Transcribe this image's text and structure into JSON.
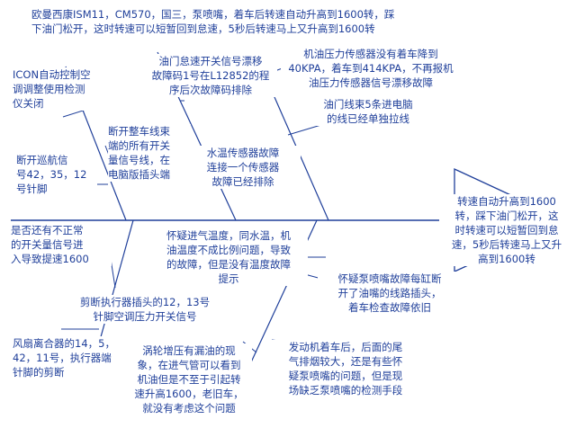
{
  "diagram": {
    "type": "fishbone",
    "colors": {
      "text": "#1f3f9a",
      "line": "#1f3f9a",
      "background": "#ffffff"
    },
    "title": "欧曼西康ISM11，CM570，国三，泵喷嘴，着车后转速自动升高到1600转，踩\n下油门松开，这时转速可以短暂回到怠速，5秒后转速马上又升高到1600转",
    "head": "转速自动升高到1600\n转，踩下油门松开，这\n时转速可以短暂回到怠\n速，5秒后转速马上又升\n高到1600转",
    "causes": [
      "ICON自动控制空\n调调整使用检测\n仪关闭",
      "断开巡航信\n号42，35，12\n号针脚",
      "是否还有不正常\n的开关量信号进\n入导致提速1600",
      "断开整车线束\n端的所有开关\n量信号线，在\n电脑版插头端",
      "油门怠速开关信号漂移\n故障码1号在L12852的程\n序后次故障码排除",
      "机油压力传感器没有着车降到\n40KPA，着车到414KPA，不再报机\n油压力传感器信号漂移故障",
      "油门线束5条进电脑\n的线已经单独拉线",
      "水温传感器故障\n连接一个传感器\n故障已经排除",
      "怀疑进气温度，同水温，机\n油温度不成比例问题，导致\n的故障，但是没有温度故障\n提示",
      "怀疑泵喷嘴故障每缸断\n开了油嘴的线路插头，\n着车检查故障依旧",
      "剪断执行器插头的12，13号\n针脚空调压力开关信号",
      "风扇离合器的14，5，\n42，11号，执行器端\n针脚的剪断",
      "涡轮增压有漏油的现\n象，在进气管可以看到\n机油但是不至于引起转\n速升高1600，老旧车，\n就没有考虑这个问题",
      "发动机着车后，后面的尾\n气排烟较大，还是有些怀\n疑泵喷嘴的问题，但是现\n场缺乏泵喷嘴的检测手段"
    ]
  }
}
